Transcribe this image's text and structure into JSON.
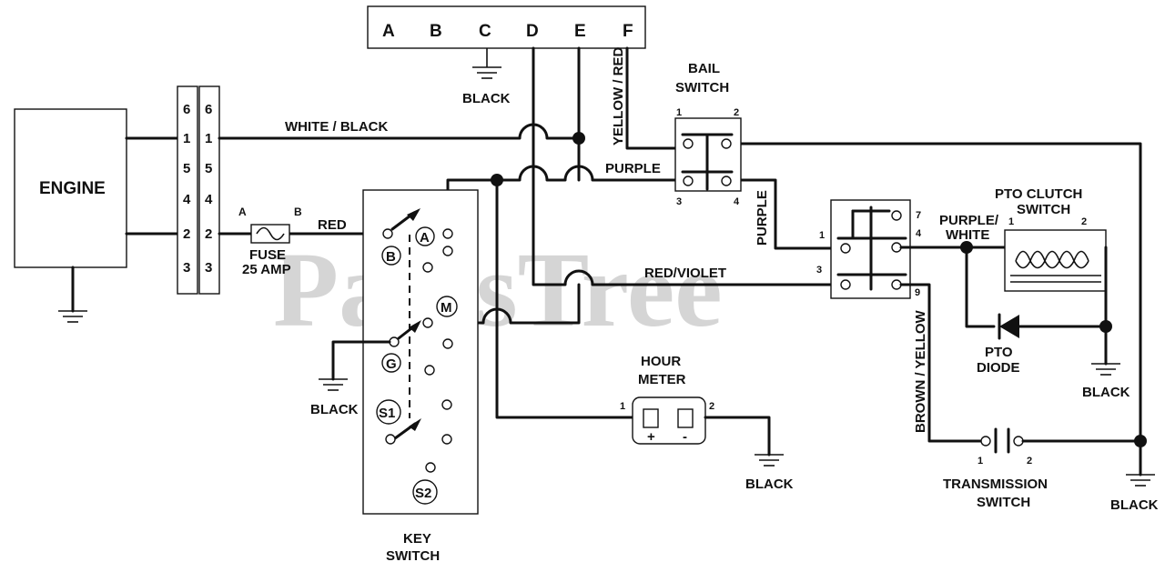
{
  "watermark": "PartsTree",
  "connector": {
    "pins": [
      "A",
      "B",
      "C",
      "D",
      "E",
      "F"
    ]
  },
  "engine": {
    "label": "ENGINE",
    "plug_pins_left": [
      "6",
      "1",
      "5",
      "4",
      "2",
      "3"
    ],
    "plug_pins_right": [
      "6",
      "1",
      "5",
      "4",
      "2",
      "3"
    ]
  },
  "fuse": {
    "label_line1": "FUSE",
    "label_line2": "25 AMP",
    "term_a": "A",
    "term_b": "B"
  },
  "bail_switch": {
    "title_line1": "BAIL",
    "title_line2": "SWITCH",
    "pins": [
      "1",
      "2",
      "3",
      "4"
    ]
  },
  "pto_switch": {
    "pins": [
      "1",
      "7",
      "4",
      "3",
      "9"
    ]
  },
  "pto_clutch": {
    "title_line1": "PTO CLUTCH",
    "title_line2": "SWITCH",
    "pins": [
      "1",
      "2"
    ]
  },
  "pto_diode": {
    "label_line1": "PTO",
    "label_line2": "DIODE"
  },
  "key_switch": {
    "title_line1": "KEY",
    "title_line2": "SWITCH",
    "terminals": [
      "A",
      "B",
      "M",
      "G",
      "S1",
      "S2"
    ]
  },
  "hour_meter": {
    "title_line1": "HOUR",
    "title_line2": "METER",
    "pins": [
      "1",
      "2"
    ],
    "plus": "+",
    "minus": "-"
  },
  "transmission_switch": {
    "title_line1": "TRANSMISSION",
    "title_line2": "SWITCH",
    "pins": [
      "1",
      "2"
    ]
  },
  "wires": {
    "white_black": "WHITE / BLACK",
    "red": "RED",
    "purple_top": "PURPLE",
    "purple_vertical": "PURPLE",
    "red_violet": "RED/VIOLET",
    "yellow_red": "YELLOW / RED",
    "purple_white_line1": "PURPLE/",
    "purple_white_line2": "WHITE",
    "brown_yellow": "BROWN / YELLOW"
  },
  "grounds": {
    "connector_c": "BLACK",
    "key_g": "BLACK",
    "hour_meter": "BLACK",
    "pto_clutch": "BLACK",
    "main": "BLACK"
  }
}
